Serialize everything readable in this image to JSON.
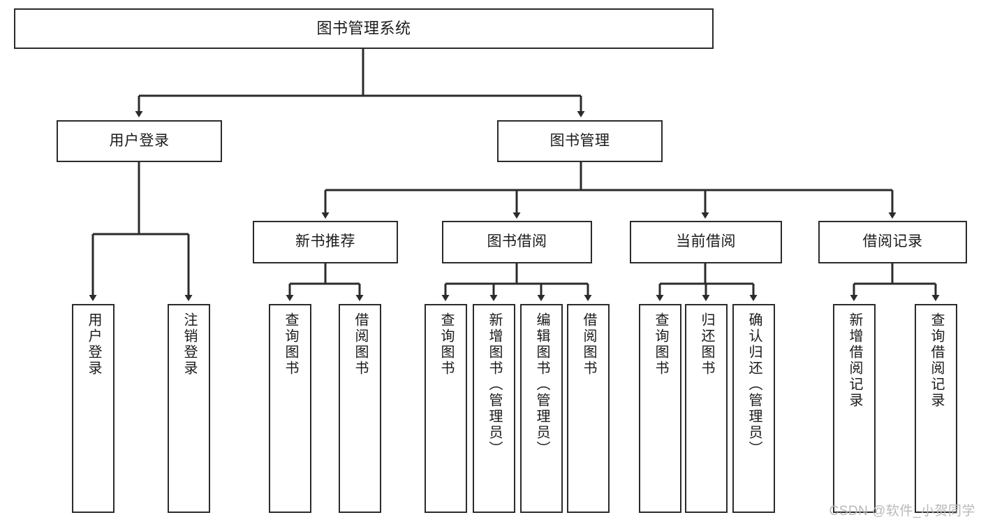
{
  "diagram": {
    "title": "图书管理系统",
    "type": "tree",
    "watermark": "CSDN @软件_小贺同学",
    "colors": {
      "box_border": "#2b2b2b",
      "box_fill": "#ffffff",
      "connector": "#2b2b2b",
      "text": "#1b1b1b",
      "watermark": "#b9b9b9",
      "background": "#ffffff"
    },
    "root": {
      "label": "图书管理系统"
    },
    "level1": [
      {
        "label": "用户登录"
      },
      {
        "label": "图书管理"
      }
    ],
    "level2": [
      {
        "label": "新书推荐"
      },
      {
        "label": "图书借阅"
      },
      {
        "label": "当前借阅"
      },
      {
        "label": "借阅记录"
      }
    ],
    "leaves": {
      "user_login": [
        {
          "label": "用户登录"
        },
        {
          "label": "注销登录"
        }
      ],
      "new_book_recommend": [
        {
          "label": "查询图书"
        },
        {
          "label": "借阅图书"
        }
      ],
      "book_borrow": [
        {
          "label": "查询图书"
        },
        {
          "label": "新增图书（管理员）"
        },
        {
          "label": "编辑图书（管理员）"
        },
        {
          "label": "借阅图书"
        }
      ],
      "current_borrow": [
        {
          "label": "查询图书"
        },
        {
          "label": "归还图书"
        },
        {
          "label": "确认归还（管理员）"
        }
      ],
      "borrow_record": [
        {
          "label": "新增借阅记录"
        },
        {
          "label": "查询借阅记录"
        }
      ]
    }
  }
}
